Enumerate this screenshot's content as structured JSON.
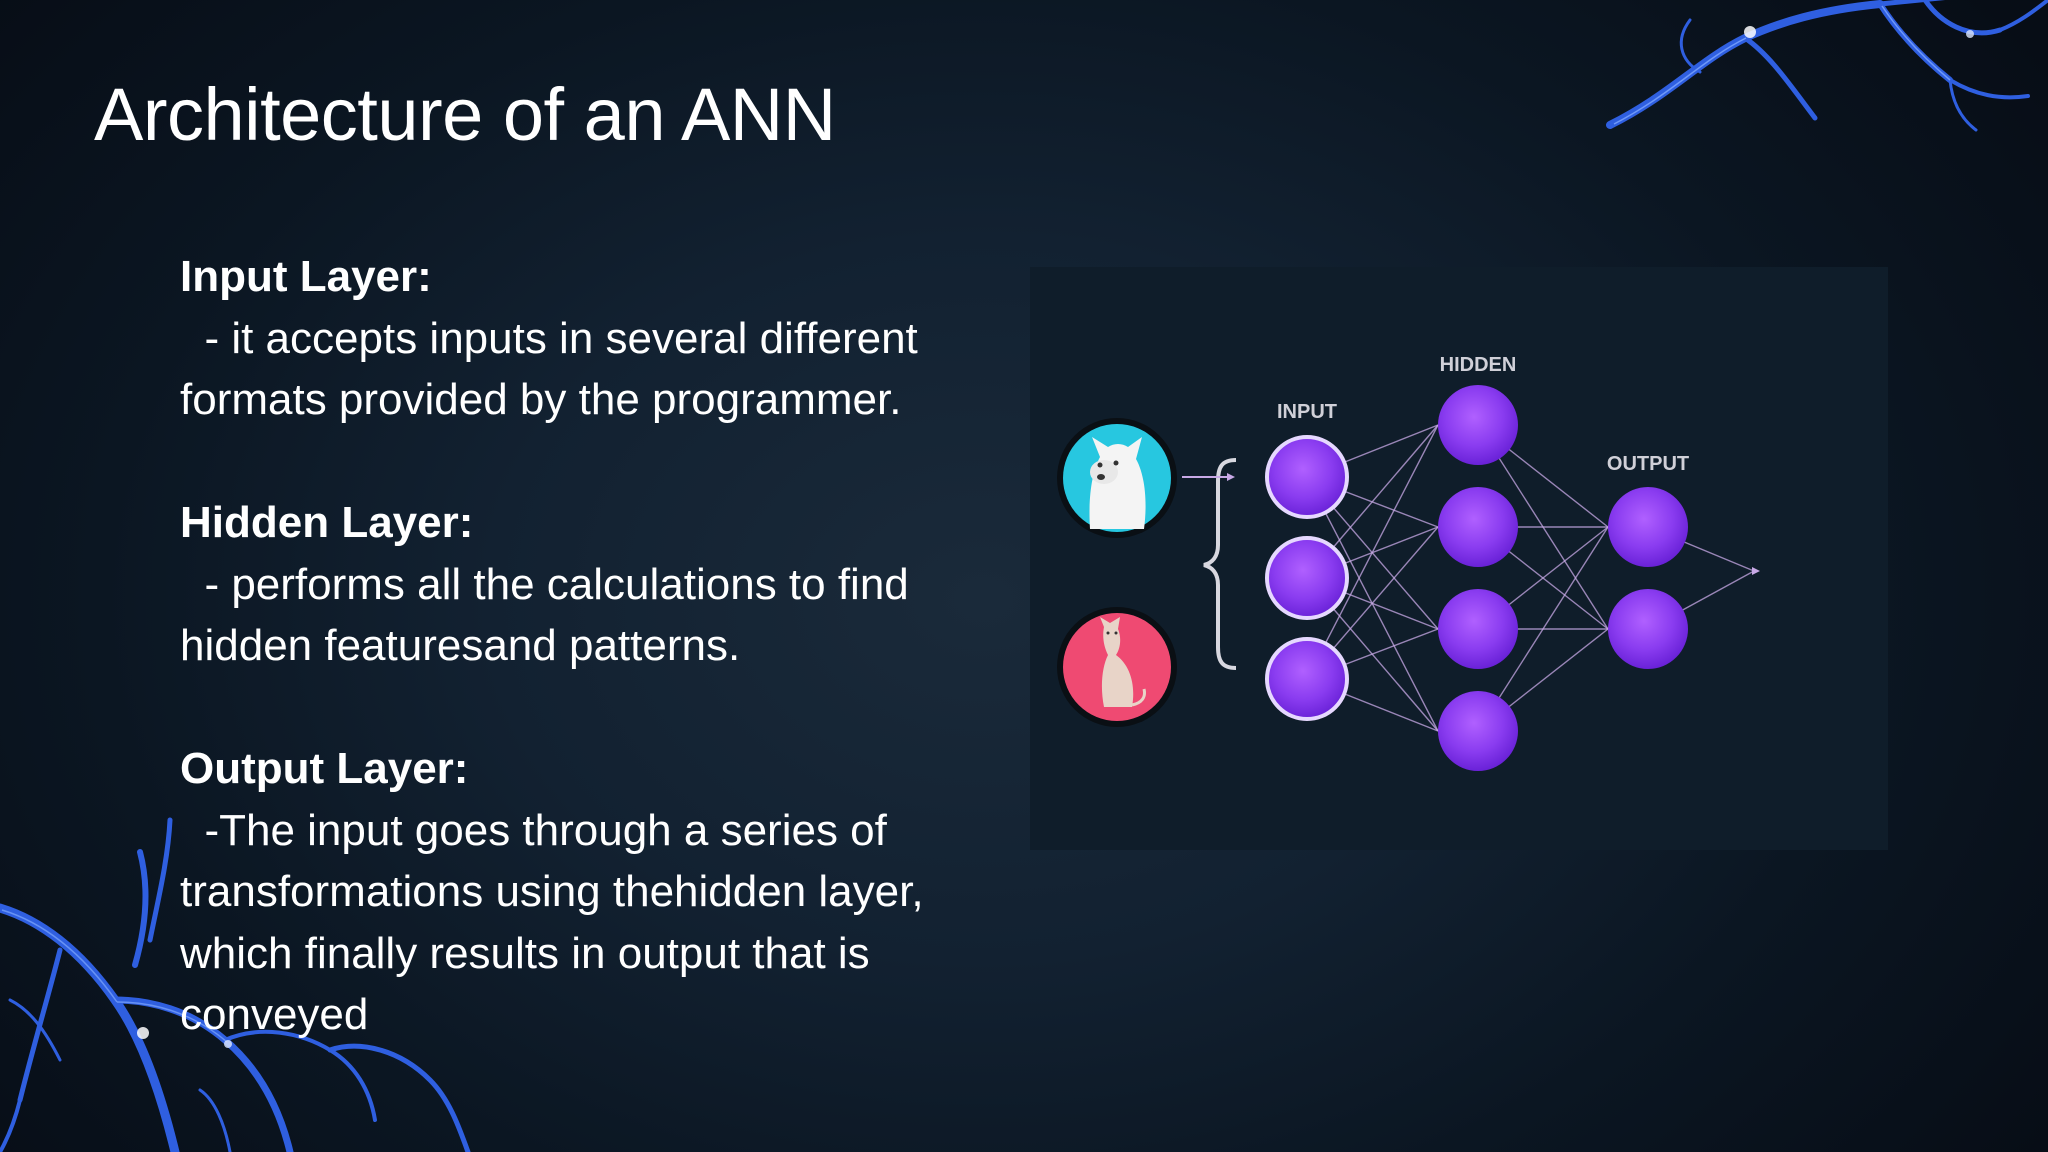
{
  "slide": {
    "title": "Architecture of an ANN",
    "sections": [
      {
        "heading": "Input Layer:",
        "description": "  - it accepts inputs in several different formats provided by the programmer."
      },
      {
        "heading": "Hidden Layer:",
        "description": "  - performs all the calculations to find hidden featuresand patterns."
      },
      {
        "heading": "Output Layer:",
        "description": "  -The input goes through a series of transformations using thehidden layer, which finally results in output that is conveyed"
      }
    ]
  },
  "diagram": {
    "layer_labels": {
      "input": "INPUT",
      "hidden": "HIDDEN",
      "output": "OUTPUT"
    },
    "node_counts": {
      "input": 3,
      "hidden": 4,
      "output": 2
    },
    "input_examples": [
      {
        "name": "dog",
        "icon": "dog-icon",
        "background": "#27c7e0"
      },
      {
        "name": "cat",
        "icon": "cat-icon",
        "background": "#ef4a72"
      }
    ],
    "colors": {
      "node": "#8a3cf0",
      "edge": "#c8a9e6",
      "accent_branch": "#2f5fe0"
    }
  }
}
